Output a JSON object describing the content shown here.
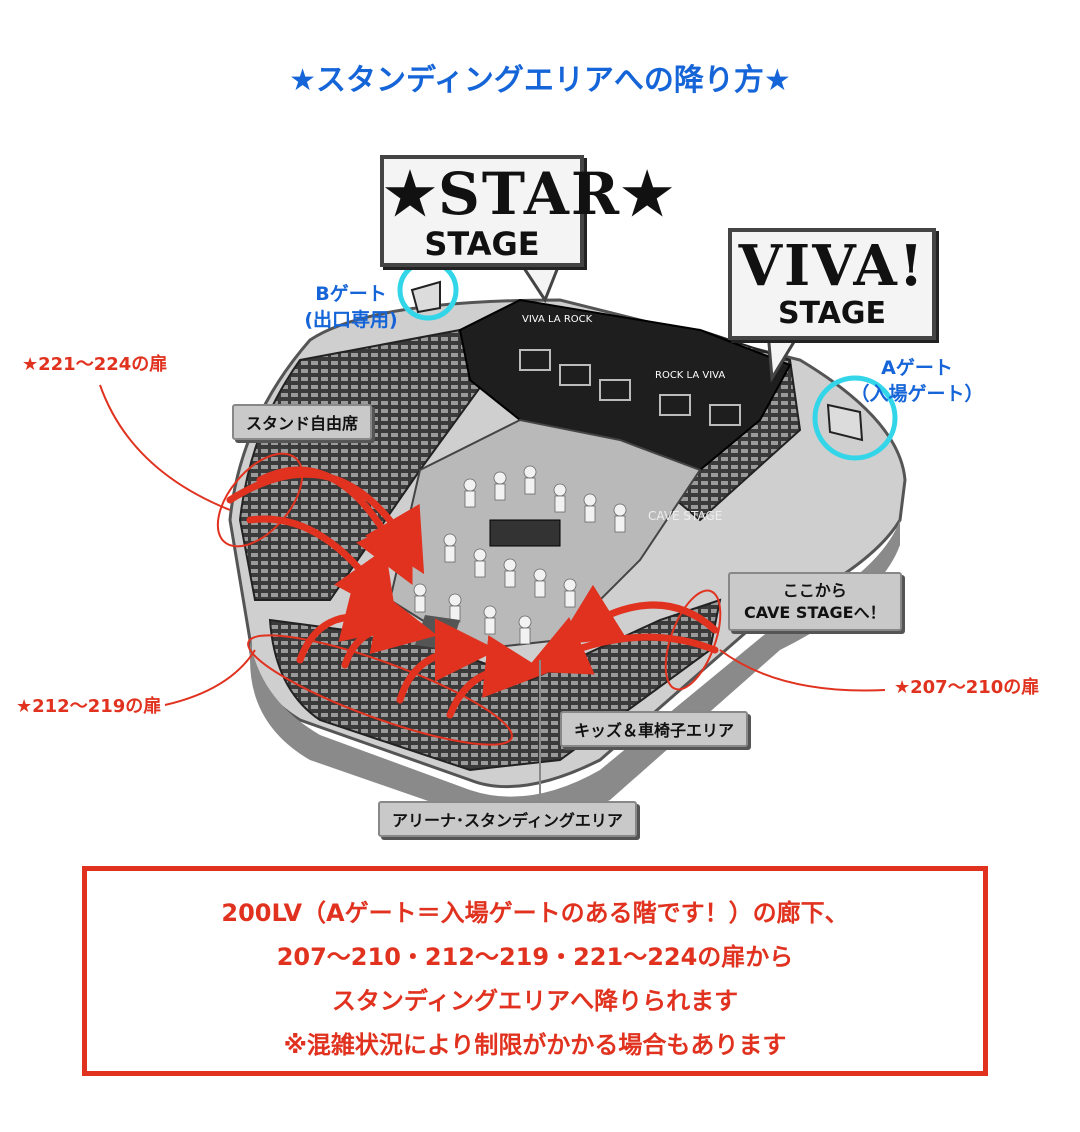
{
  "title": "★スタンディングエリアへの降り方★",
  "stages": {
    "star": {
      "big": "★STAR★",
      "small": "STAGE"
    },
    "viva": {
      "big": "VIVA!",
      "small": "STAGE"
    }
  },
  "gates": {
    "b": {
      "line1": "Bゲート",
      "line2": "(出口専用)"
    },
    "a": {
      "line1": "Aゲート",
      "line2": "（入場ゲート）"
    }
  },
  "doors": {
    "left_top": "★221〜224の扉",
    "left_bottom": "★212〜219の扉",
    "right": "★207〜210の扉"
  },
  "area_tags": {
    "stand": "スタンド自由席",
    "cave_line1": "ここから",
    "cave_line2": "CAVE STAGEへ！",
    "kids": "キッズ＆車椅子エリア",
    "arena": "アリーナ･スタンディングエリア"
  },
  "venue_labels": {
    "viva_rock_left": "VIVA LA ROCK",
    "viva_rock_right": "ROCK LA VIVA",
    "cave": "CAVE STAGE"
  },
  "notice": {
    "line1": "200LV（Aゲート＝入場ゲートのある階です！）の廊下、",
    "line2": "207〜210・212〜219・221〜224の扉から",
    "line3": "スタンディングエリアへ降りられます",
    "line4": "※混雑状況により制限がかかる場合もあります"
  },
  "colors": {
    "title": "#1565d8",
    "red": "#e0321f",
    "gate_circle": "#33d6e8"
  }
}
